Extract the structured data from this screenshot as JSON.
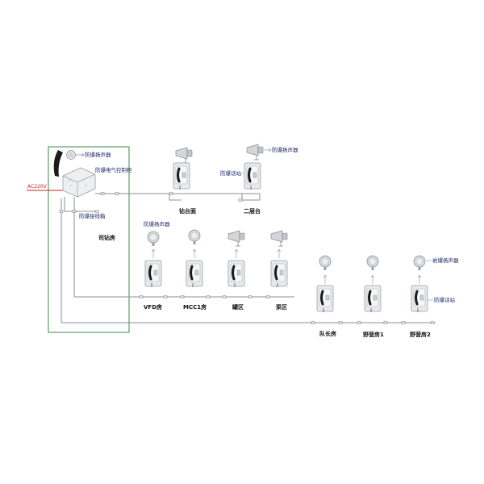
{
  "labels": {
    "control_speaker": "防爆扬声器",
    "control_cabinet": "防爆电气控制柜",
    "junction_box": "防爆接线箱",
    "driller_room": "司钻房",
    "ac_input": "AC220V",
    "drill_floor": "钻台面",
    "second_floor": "二层台",
    "top_speaker": "防爆扬声器",
    "top_station": "防爆话站",
    "mid_speaker": "防爆扬声器",
    "vfd_room": "VFD房",
    "mcc_room": "MCC1房",
    "tank_area": "罐区",
    "pump_area": "泵区",
    "right_speaker": "岩爆扬声器",
    "right_station": "防爆话站",
    "captain_room": "队长房",
    "camp1": "野营房1",
    "camp2": "野营房2"
  },
  "icons": {
    "handset": "telephone-handset-icon",
    "speaker_horn": "horn-speaker-icon",
    "speaker_dome": "dome-speaker-icon",
    "station": "phone-station-icon",
    "cabinet": "control-cabinet-icon"
  },
  "colors": {
    "frame": "#3f8a4a",
    "wire": "#8a8f98",
    "ac_line": "#cc2222",
    "label": "#1f2a6b"
  }
}
